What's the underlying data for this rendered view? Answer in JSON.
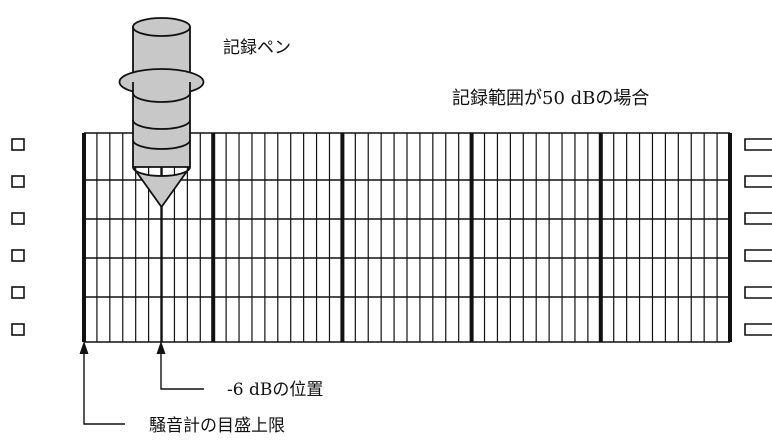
{
  "labels": {
    "pen": "記録ペン",
    "range": "記録範囲が50 dBの場合",
    "minus6": "-6 dBの位置",
    "upper": "騒音計の目盛上限"
  },
  "chart": {
    "range_db": 50,
    "pen_offset_db": -6,
    "major_every_db": 10,
    "minor_every_db": 1
  },
  "colors": {
    "ink": "#111111",
    "pen_fill": "#c8c8c8"
  }
}
